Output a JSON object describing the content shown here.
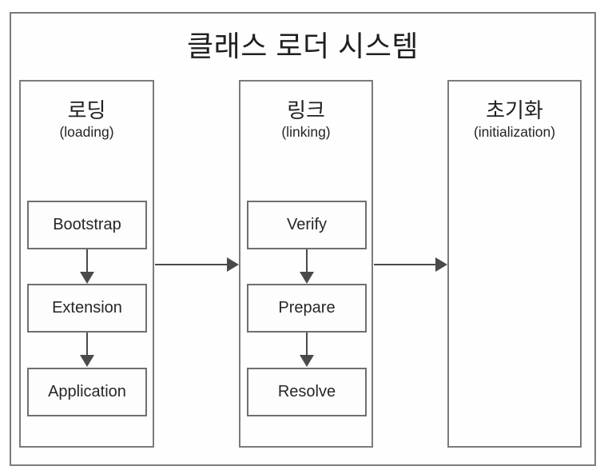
{
  "diagram": {
    "title": "클래스 로더 시스템",
    "columns": [
      {
        "id": "loading",
        "title_ko": "로딩",
        "subtitle": "(loading)",
        "steps": [
          "Bootstrap",
          "Extension",
          "Application"
        ]
      },
      {
        "id": "linking",
        "title_ko": "링크",
        "subtitle": "(linking)",
        "steps": [
          "Verify",
          "Prepare",
          "Resolve"
        ]
      },
      {
        "id": "initialization",
        "title_ko": "초기화",
        "subtitle": "(initialization)",
        "steps": []
      }
    ],
    "arrows": {
      "loading_to_linking": "loading → linking",
      "linking_to_initialization": "linking → initialization"
    },
    "colors": {
      "frame_border": "#7b7b7b",
      "step_border": "#6f6f6f",
      "arrow": "#4a4a4a",
      "text": "#1f1f1f",
      "background": "#ffffff"
    }
  }
}
